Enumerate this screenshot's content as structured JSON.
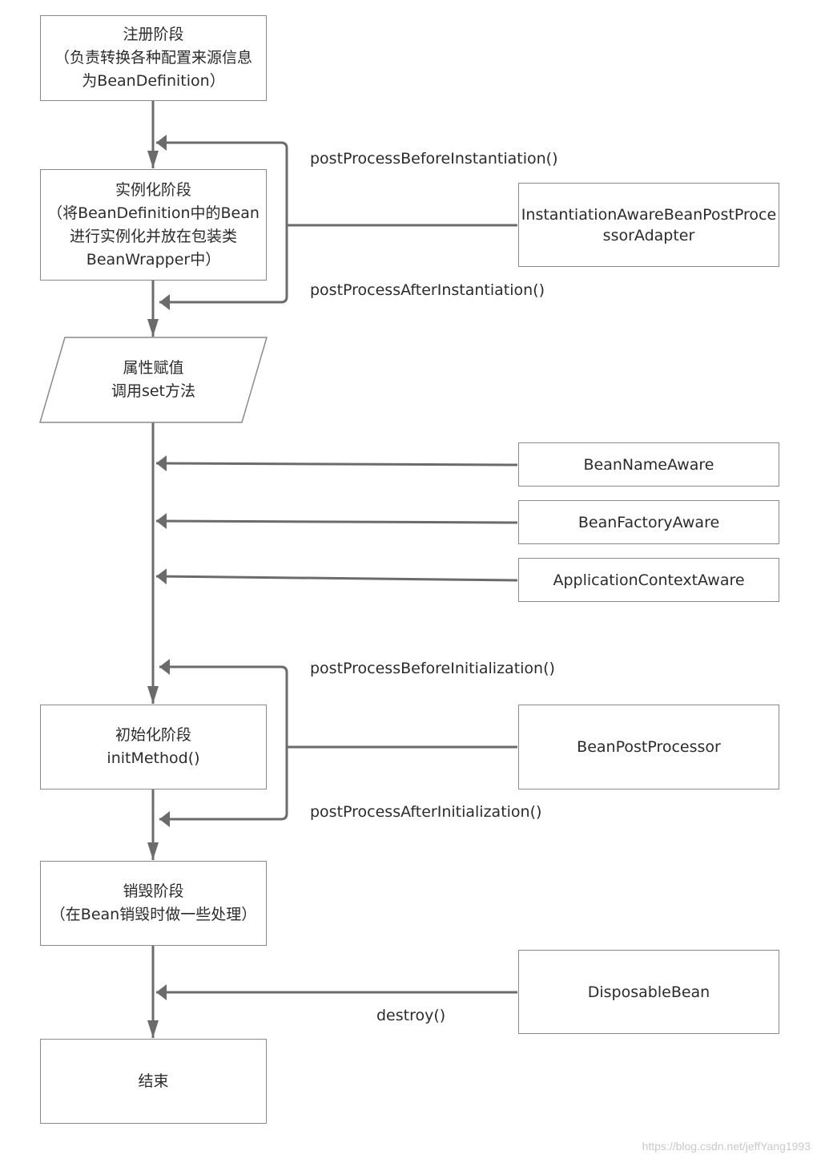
{
  "stages": {
    "register": [
      "注册阶段",
      "（负责转换各种配置来源信息",
      "为BeanDefinition）"
    ],
    "instantiate": [
      "实例化阶段",
      "（将BeanDefinition中的Bean",
      "进行实例化并放在包装类",
      "BeanWrapper中）"
    ],
    "populate": [
      "属性赋值",
      "调用set方法"
    ],
    "initialize": [
      "初始化阶段",
      "initMethod()"
    ],
    "destroy": [
      "销毁阶段",
      "（在Bean销毁时做一些处理）"
    ],
    "end": [
      "结束"
    ]
  },
  "processors": {
    "instantiation_aware": [
      "InstantiationAwareBeanPostProce",
      "ssorAdapter"
    ],
    "bean_name_aware": "BeanNameAware",
    "bean_factory_aware": "BeanFactoryAware",
    "application_context_aware": "ApplicationContextAware",
    "bean_post_processor": "BeanPostProcessor",
    "disposable_bean": "DisposableBean"
  },
  "methods": {
    "before_instantiation": "postProcessBeforeInstantiation()",
    "after_instantiation": "postProcessAfterInstantiation()",
    "before_initialization": "postProcessBeforeInitialization()",
    "after_initialization": "postProcessAfterInitialization()",
    "destroy": "destroy()"
  },
  "watermark": "https://blog.csdn.net/jeffYang1993",
  "colors": {
    "line": "#6b6b6b",
    "border": "#8a8a8a"
  }
}
